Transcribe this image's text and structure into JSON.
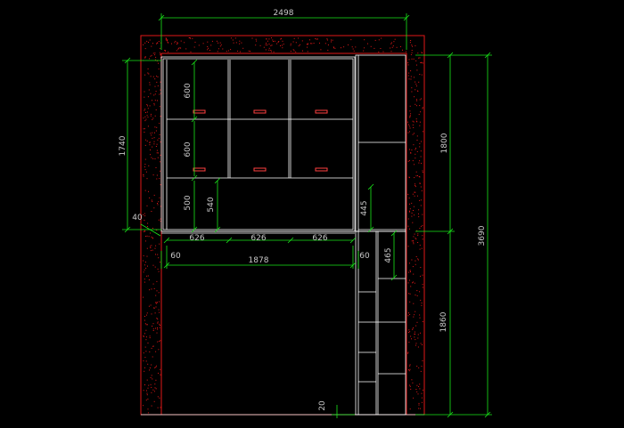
{
  "colors": {
    "background": "#000000",
    "dimension": "#19e619",
    "outline": "#ffffff",
    "wall": "#e01818",
    "handle": "#ff4040",
    "text": "#c8c8c8"
  },
  "dims": {
    "total_width": "2498",
    "upper_height": "1740",
    "cabinet_height": "1800",
    "total_height": "3690",
    "lower_height": "1860",
    "row1": "600",
    "row2": "600",
    "row3": "500",
    "niche": "540",
    "gap_left": "40",
    "col1": "626",
    "col2": "626",
    "col3": "626",
    "inner_width": "1878",
    "offset_left": "60",
    "offset_right": "60",
    "side_upper": "445",
    "side_lower": "465",
    "base": "20"
  }
}
